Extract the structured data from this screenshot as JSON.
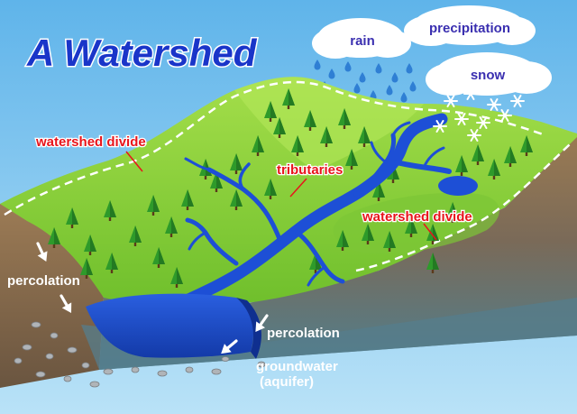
{
  "title": "A Watershed",
  "weather": {
    "rain": "rain",
    "precipitation": "precipitation",
    "snow": "snow"
  },
  "labels": {
    "watershed_divide_left": "watershed divide",
    "tributaries": "tributaries",
    "watershed_divide_right": "watershed divide",
    "percolation_left": "percolation",
    "percolation_right": "percolation",
    "groundwater_line1": "groundwater",
    "groundwater_line2": "(aquifer)"
  },
  "colors": {
    "sky": "#7fc4ee",
    "title_fill": "#1a35c9",
    "label_red": "#e8141b",
    "label_white": "#ffffff",
    "cloud_text": "#3a2fb0",
    "water": "#1d4fd6",
    "grass": "#8fd13a",
    "tree": "#2e9a2a",
    "soil": "#8a6a4a",
    "aquifer": "#5c8fa0"
  },
  "icons": {
    "rain": "raindrop-icon",
    "snow": "snowflake-icon",
    "arrow": "down-arrow-icon"
  }
}
